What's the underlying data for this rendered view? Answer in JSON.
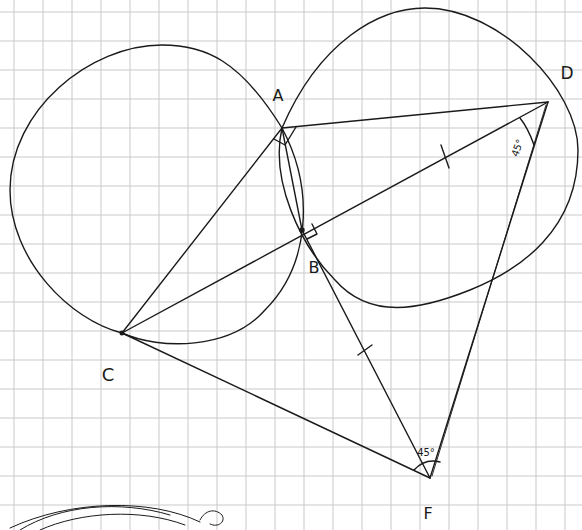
{
  "diagram": {
    "labels": [
      "A",
      "B",
      "C",
      "D",
      "F",
      "45°",
      "45°"
    ]
  }
}
